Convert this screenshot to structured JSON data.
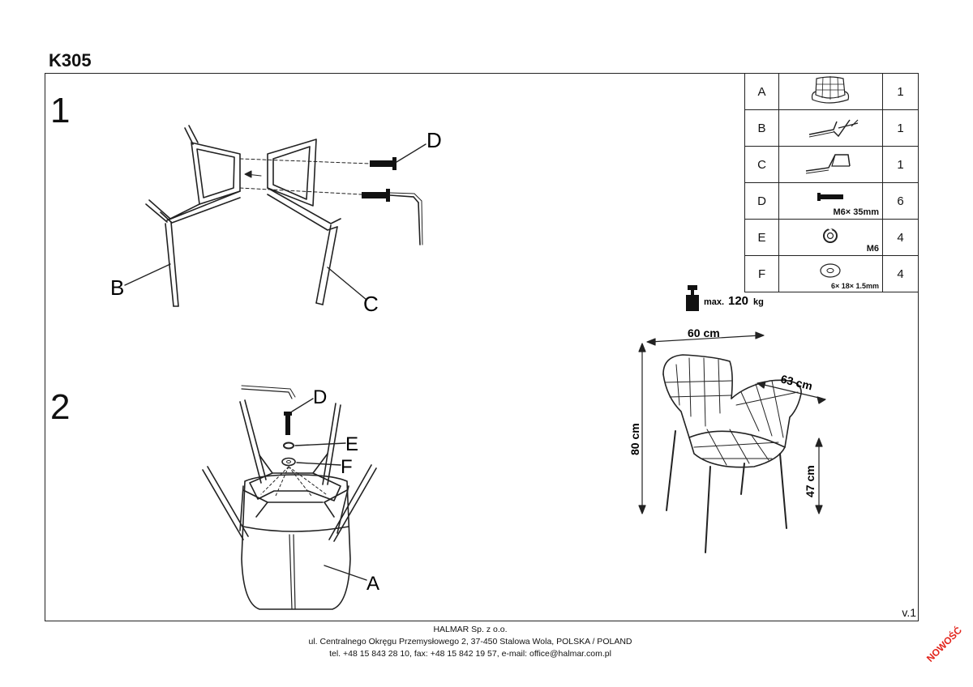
{
  "doc": {
    "model": "K305",
    "version": "v.1"
  },
  "steps": [
    "1",
    "2"
  ],
  "parts": [
    {
      "letter": "A",
      "label": "",
      "qty": "1"
    },
    {
      "letter": "B",
      "label": "",
      "qty": "1"
    },
    {
      "letter": "C",
      "label": "",
      "qty": "1"
    },
    {
      "letter": "D",
      "label": "M6× 35mm",
      "qty": "6"
    },
    {
      "letter": "E",
      "label": "M6",
      "qty": "4"
    },
    {
      "letter": "F",
      "label": "6× 18× 1.5mm",
      "qty": "4"
    }
  ],
  "callouts": {
    "b": "B",
    "c": "C",
    "d1": "D",
    "d2": "D",
    "e": "E",
    "f": "F",
    "a": "A"
  },
  "load": {
    "prefix": "max.",
    "value": "120",
    "unit": "kg"
  },
  "dims": {
    "width": "60 cm",
    "depth": "63 cm",
    "height": "80 cm",
    "seat": "47 cm"
  },
  "footer": {
    "company": "HALMAR Sp. z o.o.",
    "address": "ul. Centralnego Okręgu Przemysłowego 2, 37-450 Stalowa Wola, POLSKA / POLAND",
    "contact": "tel. +48 15 843 28 10, fax: +48 15 842 19 57, e-mail: office@halmar.com.pl"
  },
  "badge": "NOWOŚĆ"
}
